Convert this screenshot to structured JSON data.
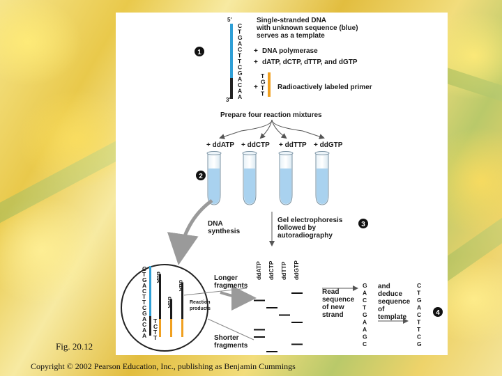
{
  "figure_caption": "Fig. 20.12",
  "copyright": "Copyright © 2002 Pearson Education, Inc., publishing as Benjamin Cummings",
  "colors": {
    "template_blue": "#2f9fd6",
    "primer_orange": "#f0a020",
    "tube_liquid": "#a9d2ef"
  },
  "template": {
    "five_prime": "5'",
    "three_prime": "3'",
    "bases": [
      "C",
      "T",
      "G",
      "A",
      "C",
      "T",
      "T",
      "C",
      "G",
      "A",
      "C",
      "A",
      "A"
    ]
  },
  "step_numbers": [
    "1",
    "2",
    "3",
    "4"
  ],
  "step1": {
    "desc_lines": [
      "Single-stranded DNA",
      "with unknown sequence (blue)",
      "serves as a template"
    ],
    "reagents": [
      {
        "prefix": "+",
        "text": "DNA polymerase"
      },
      {
        "prefix": "+",
        "text": "dATP, dCTP, dTTP, and dGTP"
      },
      {
        "prefix": "+",
        "text": "Radioactively labeled primer"
      }
    ],
    "primer_bases": [
      "T",
      "G",
      "T",
      "T"
    ]
  },
  "prepare_label": "Prepare four reaction mixtures",
  "mixtures": [
    "+ ddATP",
    "+ ddCTP",
    "+ ddTTP",
    "+ ddGTP"
  ],
  "synthesis_label": [
    "DNA",
    "synthesis"
  ],
  "gel_label": [
    "Gel electrophoresis",
    "followed by",
    "autoradiography"
  ],
  "lanes": [
    "ddATP",
    "ddCTP",
    "ddTTP",
    "ddGTP"
  ],
  "fragment_labels": {
    "longer": [
      "Longer",
      "fragments"
    ],
    "shorter": [
      "Shorter",
      "fragments"
    ]
  },
  "read_label": [
    "Read",
    "sequence",
    "of new",
    "strand"
  ],
  "deduce_label": [
    "and",
    "deduce",
    "sequence",
    "of",
    "template"
  ],
  "new_strand_sequence": [
    "G",
    "A",
    "C",
    "T",
    "G",
    "A",
    "A",
    "G",
    "C"
  ],
  "deduced_template_sequence": [
    "C",
    "T",
    "G",
    "A",
    "C",
    "T",
    "T",
    "C",
    "G"
  ],
  "products_circle": {
    "strand_bases": [
      "C",
      "T",
      "G",
      "A",
      "C",
      "T",
      "T",
      "C",
      "G",
      "A",
      "C",
      "A",
      "A"
    ],
    "primer_bases": [
      "T",
      "C",
      "T",
      "T"
    ],
    "dd_labels": [
      "ddA",
      "ddA",
      "ddA"
    ],
    "reaction_products": [
      "Reaction",
      "products"
    ]
  }
}
